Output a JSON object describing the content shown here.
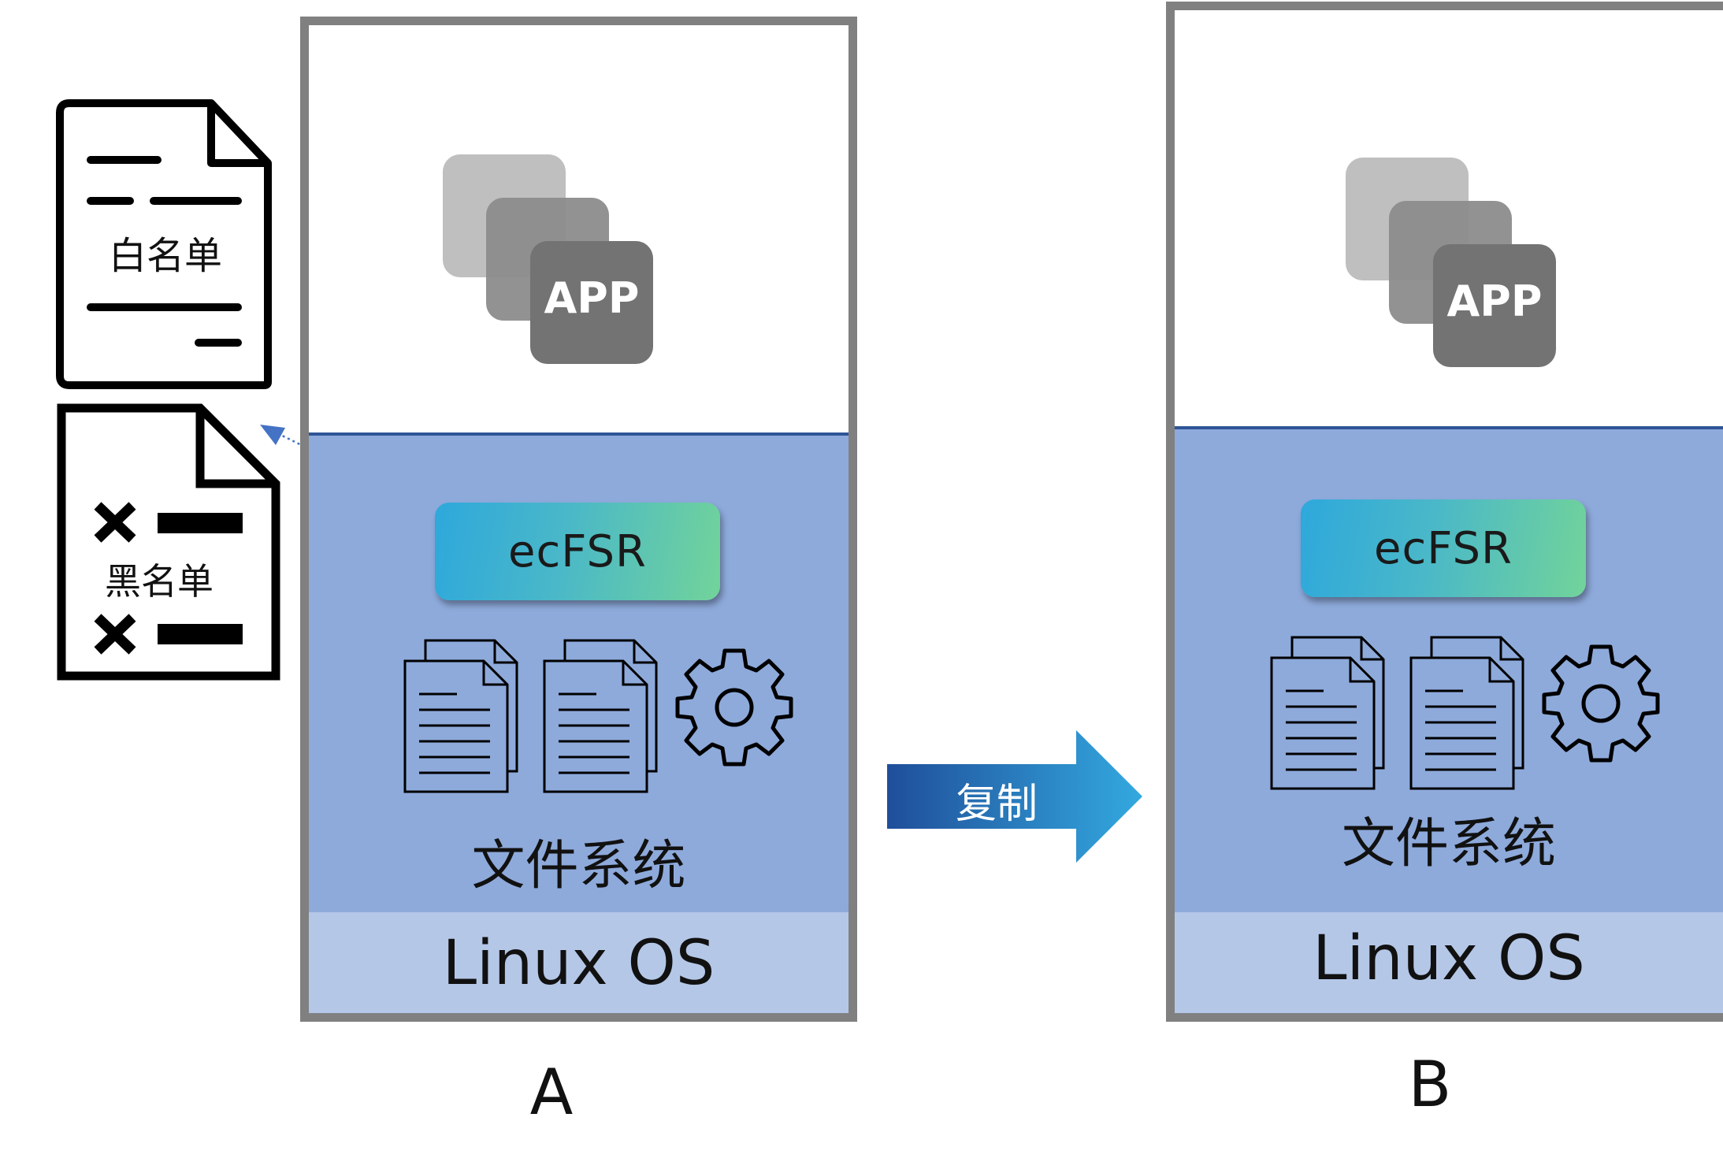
{
  "lists": {
    "whitelist_label": "白名单",
    "blacklist_label": "黑名单"
  },
  "machine_a": {
    "app_label": "APP",
    "ecfsr_label": "ecFSR",
    "fs_label": "文件系统",
    "os_label": "Linux OS",
    "caption": "A"
  },
  "machine_b": {
    "app_label": "APP",
    "ecfsr_label": "ecFSR",
    "fs_label": "文件系统",
    "os_label": "Linux OS",
    "caption": "B"
  },
  "copy_arrow": {
    "label": "复制"
  },
  "icons": [
    "document-icon",
    "blacklist-icon",
    "app-stack-icon",
    "file-icon",
    "gear-icon",
    "arrow-icon"
  ],
  "colors": {
    "frame": "#808080",
    "fs_layer": "#8eaadb",
    "os_layer": "#b4c7e7",
    "divider": "#2f5597",
    "arrow_dark": "#1f4e9a",
    "arrow_light": "#33a9df"
  }
}
